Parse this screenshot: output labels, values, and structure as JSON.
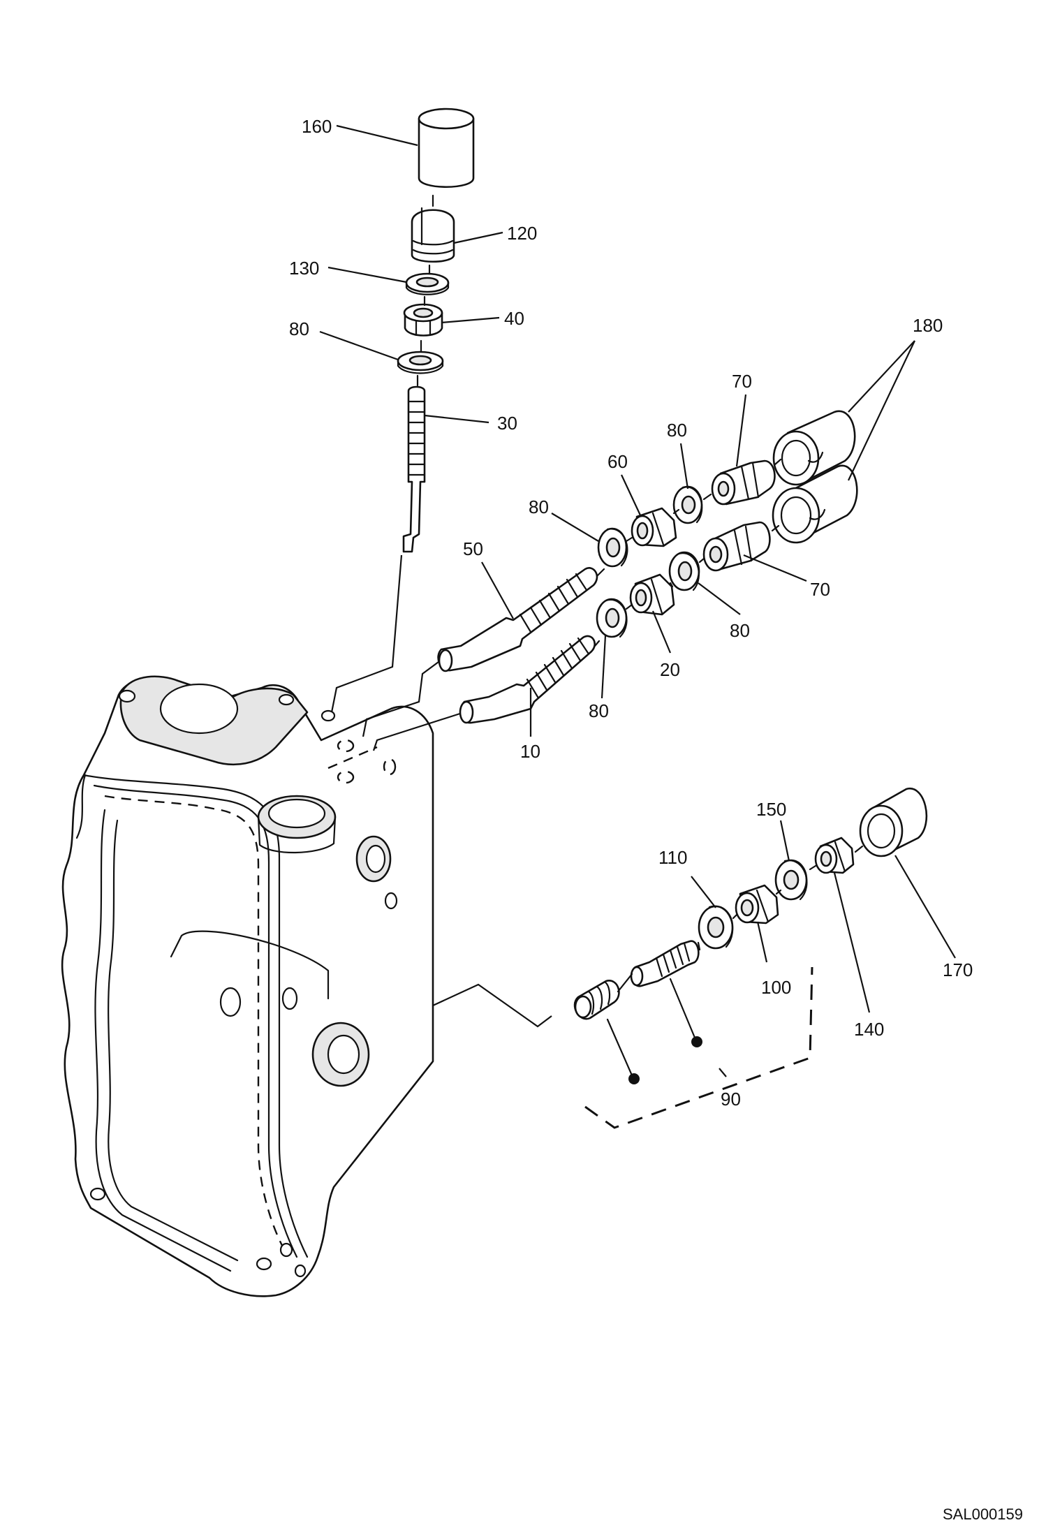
{
  "diagram": {
    "drawing_code": "SAL000159",
    "callouts": [
      "160",
      "120",
      "130",
      "40",
      "80",
      "30",
      "180",
      "70",
      "80",
      "60",
      "80",
      "50",
      "70",
      "80",
      "20",
      "80",
      "10",
      "150",
      "110",
      "100",
      "170",
      "140",
      "90"
    ]
  }
}
